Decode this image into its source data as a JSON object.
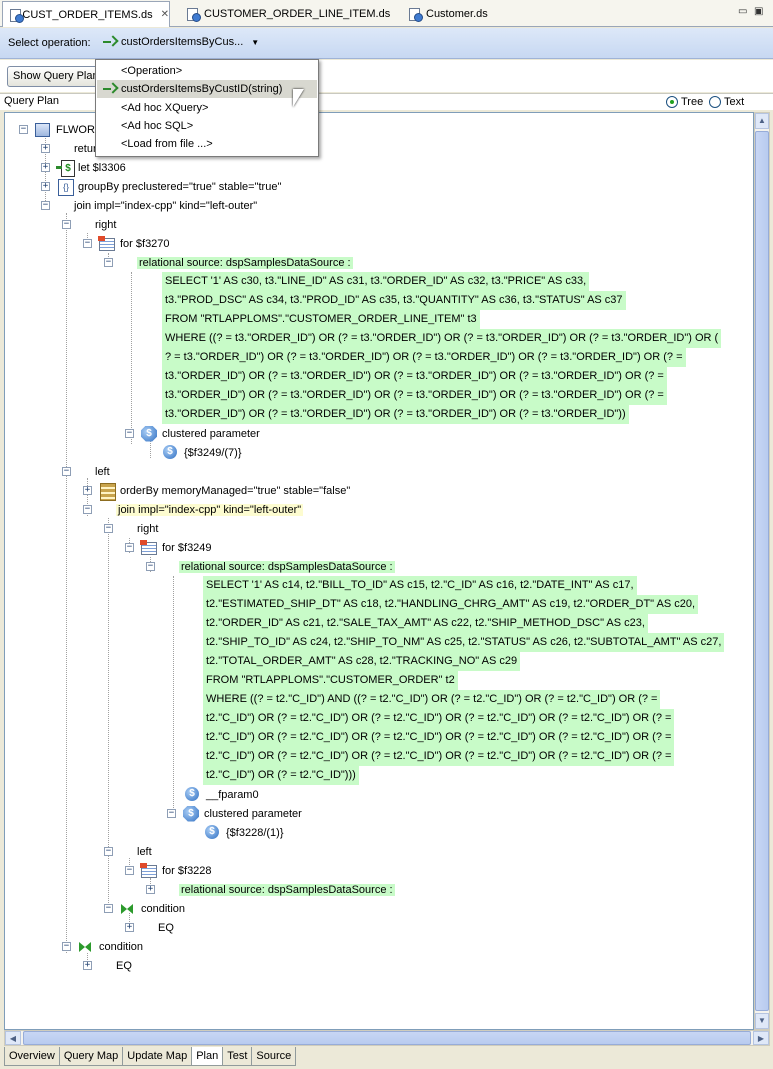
{
  "editor_tabs": [
    {
      "label": "CUST_ORDER_ITEMS.ds",
      "close": "✕"
    },
    {
      "label": "CUSTOMER_ORDER_LINE_ITEM.ds"
    },
    {
      "label": "Customer.ds"
    }
  ],
  "window_controls": {
    "minimize": "▭",
    "restore": "▣"
  },
  "op_bar": {
    "label": "Select operation:",
    "selected": "custOrdersItemsByCus...",
    "arrow": "▼"
  },
  "dropdown": {
    "items": [
      "<Operation>",
      "custOrdersItemsByCustID(string)",
      "<Ad hoc XQuery>",
      "<Ad hoc SQL>",
      "<Load from file ...>"
    ]
  },
  "show_query_plan_button": "Show Query Plan",
  "query_plan": {
    "title": "Query Plan",
    "view_options": [
      "Tree",
      "Text"
    ],
    "selected_view": "Tree"
  },
  "tree": {
    "flwor": "FLWOR",
    "return": "return",
    "let": "let $l3306",
    "groupby": "groupBy preclustered=\"true\" stable=\"true\"",
    "join1": "join impl=\"index-cpp\" kind=\"left-outer\"",
    "right1": "right",
    "for1": "for $f3270",
    "relsrc1": "relational source: dspSamplesDataSource :",
    "sql1": [
      "SELECT '1' AS c30, t3.\"LINE_ID\" AS c31, t3.\"ORDER_ID\" AS c32, t3.\"PRICE\" AS c33,",
      " t3.\"PROD_DSC\" AS c34, t3.\"PROD_ID\" AS c35, t3.\"QUANTITY\" AS c36, t3.\"STATUS\" AS c37",
      "FROM \"RTLAPPLOMS\".\"CUSTOMER_ORDER_LINE_ITEM\" t3",
      "WHERE ((? = t3.\"ORDER_ID\") OR (? = t3.\"ORDER_ID\") OR (? = t3.\"ORDER_ID\") OR (? = t3.\"ORDER_ID\") OR (",
      " ? = t3.\"ORDER_ID\") OR (? = t3.\"ORDER_ID\") OR (? = t3.\"ORDER_ID\") OR (? = t3.\"ORDER_ID\") OR (? =",
      " t3.\"ORDER_ID\") OR (? = t3.\"ORDER_ID\") OR (? = t3.\"ORDER_ID\") OR (? = t3.\"ORDER_ID\") OR (? =",
      " t3.\"ORDER_ID\") OR (? = t3.\"ORDER_ID\") OR (? = t3.\"ORDER_ID\") OR (? = t3.\"ORDER_ID\") OR (? =",
      " t3.\"ORDER_ID\") OR (? = t3.\"ORDER_ID\") OR (? = t3.\"ORDER_ID\") OR (? = t3.\"ORDER_ID\"))"
    ],
    "clustered1": "clustered parameter",
    "param1": "{$f3249/(7)}",
    "left1": "left",
    "orderby": "orderBy memoryManaged=\"true\" stable=\"false\"",
    "join2": "join impl=\"index-cpp\" kind=\"left-outer\"",
    "right2": "right",
    "for2": "for $f3249",
    "relsrc2": "relational source: dspSamplesDataSource :",
    "sql2": [
      "SELECT '1' AS c14, t2.\"BILL_TO_ID\" AS c15, t2.\"C_ID\" AS c16, t2.\"DATE_INT\" AS c17,",
      " t2.\"ESTIMATED_SHIP_DT\" AS c18, t2.\"HANDLING_CHRG_AMT\" AS c19, t2.\"ORDER_DT\" AS c20,",
      " t2.\"ORDER_ID\" AS c21, t2.\"SALE_TAX_AMT\" AS c22, t2.\"SHIP_METHOD_DSC\" AS c23,",
      " t2.\"SHIP_TO_ID\" AS c24, t2.\"SHIP_TO_NM\" AS c25, t2.\"STATUS\" AS c26, t2.\"SUBTOTAL_AMT\" AS c27,",
      " t2.\"TOTAL_ORDER_AMT\" AS c28, t2.\"TRACKING_NO\" AS c29",
      "FROM \"RTLAPPLOMS\".\"CUSTOMER_ORDER\" t2",
      "WHERE ((? = t2.\"C_ID\") AND ((? = t2.\"C_ID\") OR (? = t2.\"C_ID\") OR (? = t2.\"C_ID\") OR (? =",
      " t2.\"C_ID\") OR (? = t2.\"C_ID\") OR (? = t2.\"C_ID\") OR (? = t2.\"C_ID\") OR (? = t2.\"C_ID\") OR (? =",
      " t2.\"C_ID\") OR (? = t2.\"C_ID\") OR (? = t2.\"C_ID\") OR (? = t2.\"C_ID\") OR (? = t2.\"C_ID\") OR (? =",
      " t2.\"C_ID\") OR (? = t2.\"C_ID\") OR (? = t2.\"C_ID\") OR (? = t2.\"C_ID\") OR (? = t2.\"C_ID\") OR (? =",
      " t2.\"C_ID\") OR (? = t2.\"C_ID\")))"
    ],
    "fparam": "__fparam0",
    "clustered2": "clustered parameter",
    "param2": "{$f3228/(1)}",
    "left2": "left",
    "for3": "for $f3228",
    "relsrc3": "relational source: dspSamplesDataSource :",
    "condition1": "condition",
    "eq1": "EQ",
    "condition2": "condition",
    "eq2": "EQ"
  },
  "bottom_tabs": [
    "Overview",
    "Query Map",
    "Update Map",
    "Plan",
    "Test",
    "Source"
  ],
  "active_bottom_tab": "Plan"
}
